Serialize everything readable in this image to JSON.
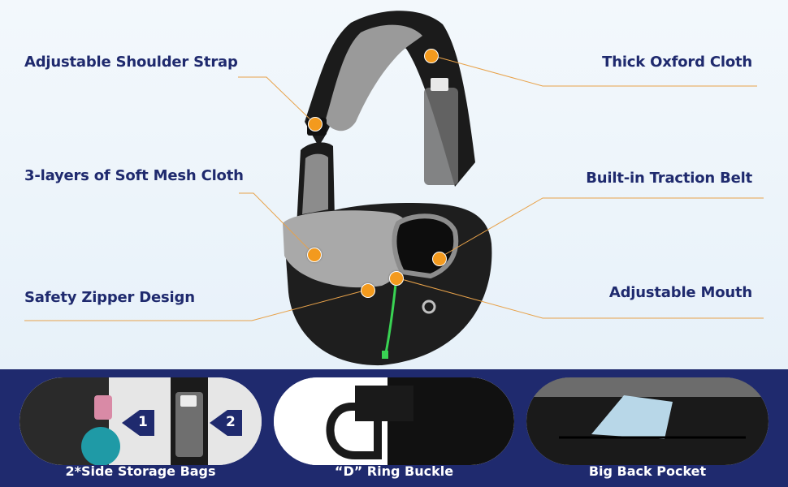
{
  "features": {
    "shoulder_strap": "Adjustable Shoulder Strap",
    "oxford_cloth": "Thick Oxford Cloth",
    "mesh_cloth": "3-layers of Soft Mesh Cloth",
    "traction_belt": "Built-in Traction Belt",
    "zipper": "Safety Zipper Design",
    "mouth": "Adjustable Mouth"
  },
  "bottom": {
    "side_bags_caption": "2*Side Storage Bags",
    "badge_1": "1",
    "badge_2": "2",
    "ring_caption": "“D” Ring Buckle",
    "pocket_caption": "Big Back Pocket"
  },
  "colors": {
    "label_text": "#1f2a6e",
    "accent_orange": "#f39a1e",
    "footer_band": "#1f2a6e",
    "zipper_green": "#39d353"
  }
}
